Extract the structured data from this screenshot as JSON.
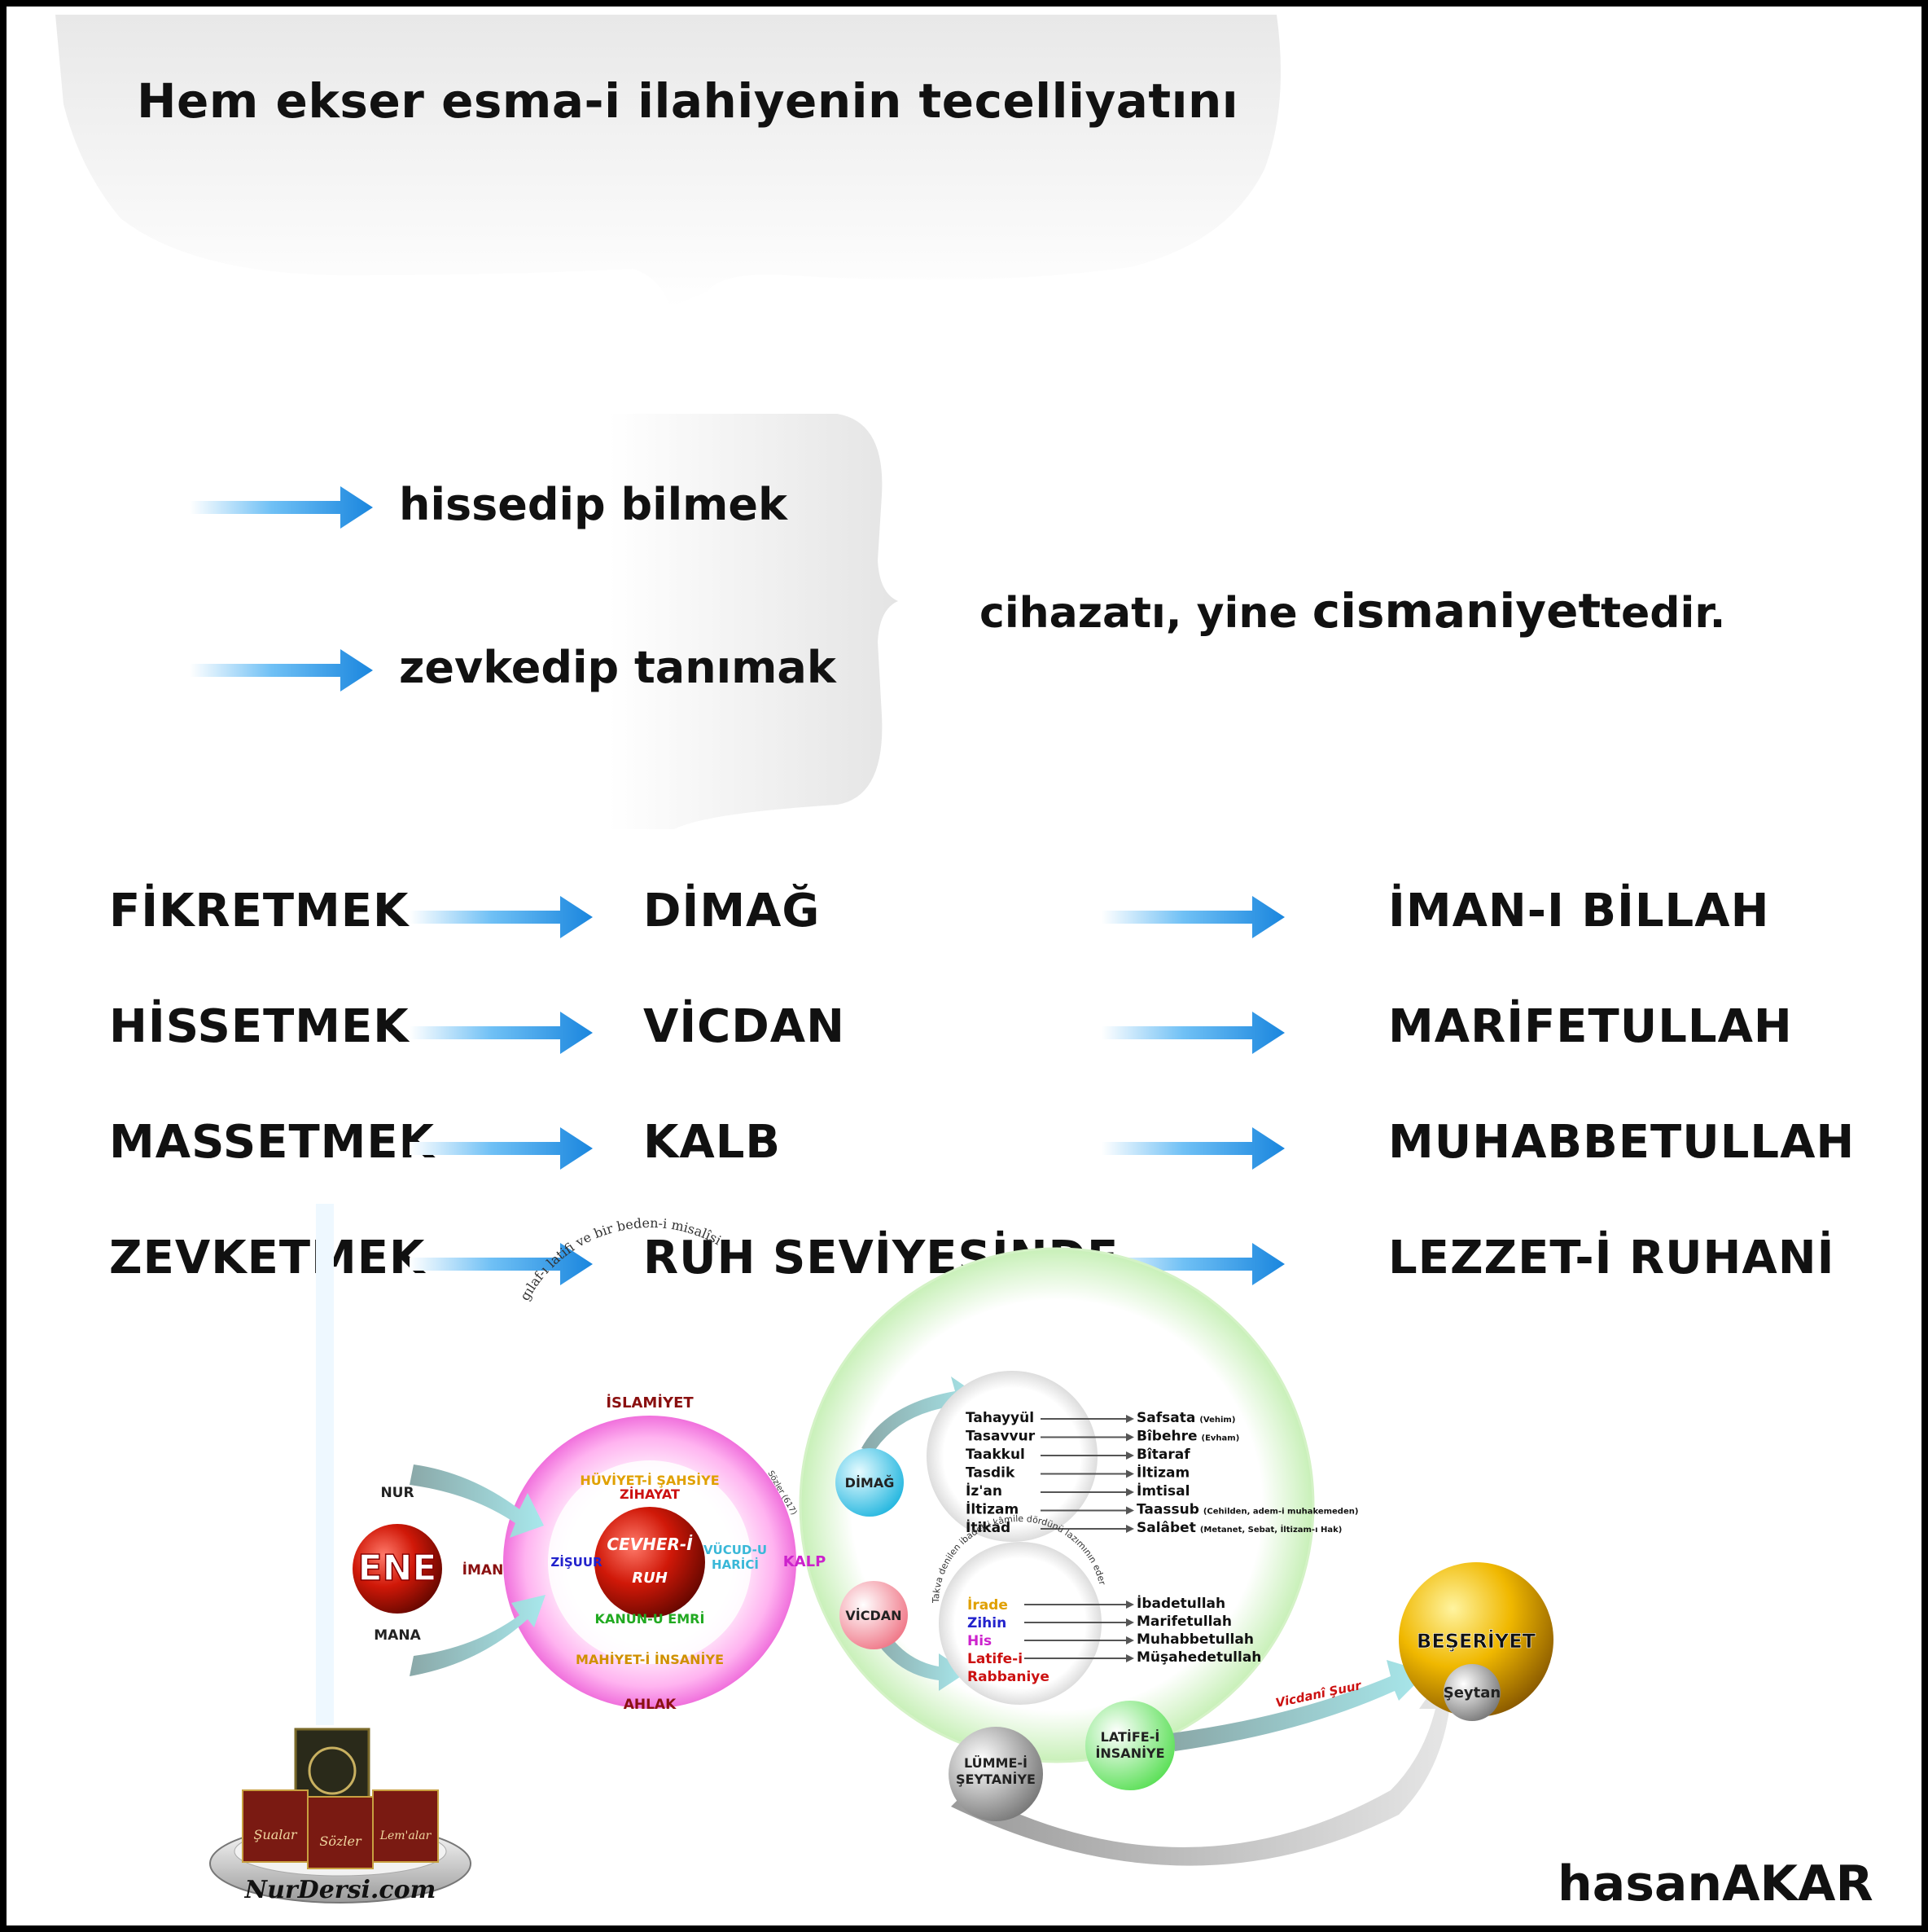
{
  "header": {
    "title": "Hem ekser esma-i ilahiyenin tecelliyatını"
  },
  "intro": {
    "phrase_1": "hissedip bilmek",
    "phrase_2": "zevkedip tanımak",
    "conclusion_prefix": "cihazatı, yine ",
    "conclusion_emphasis": "cismaniyet",
    "conclusion_suffix": "tedir."
  },
  "rows": [
    {
      "action": "FİKRETMEK",
      "faculty": "DİMAĞ",
      "result": "İMAN-I BİLLAH"
    },
    {
      "action": "HİSSETMEK",
      "faculty": "VİCDAN",
      "result": "MARİFETULLAH"
    },
    {
      "action": "MASSETMEK",
      "faculty": "KALB",
      "result": "MUHABBETULLAH"
    },
    {
      "action": "ZEVKETMEK",
      "faculty": "RUH SEVİYESİNDE",
      "result": "LEZZET-İ RUHANİ"
    }
  ],
  "diagram": {
    "islamiyet": "İSLAMİYET",
    "curved_caption": "gılaf-ı latifi ve bir beden-i misalîsi",
    "curved_source": "Sözler (617)",
    "huviyet": "HÜVİYET-İ ŞAHSİYE",
    "zihayat": "ZİHAYAT",
    "zisuur": "ZİŞUUR",
    "cevher": "CEVHER-İ",
    "ruh": "RUH",
    "vucud_1": "VÜCUD-U",
    "vucud_2": "HARİCİ",
    "kanun": "KANUN-U EMRİ",
    "mahiyet": "MAHİYET-İ İNSANİYE",
    "ahlak": "AHLAK",
    "nur": "NUR",
    "ene": "ENE",
    "iman": "İMAN",
    "mana": "MANA",
    "kalp": "KALP",
    "dimag": "DİMAĞ",
    "vicdan": "VİCDAN",
    "dimag_left": [
      "Tahayyül",
      "Tasavvur",
      "Taakkul",
      "Tasdik",
      "İz'an",
      "İltizam",
      "İtikad"
    ],
    "dimag_right": [
      {
        "text": "Safsata",
        "note": "(Vehim)"
      },
      {
        "text": "Bîbehre",
        "note": "(Evham)"
      },
      {
        "text": "Bîtaraf",
        "note": ""
      },
      {
        "text": "İltizam",
        "note": ""
      },
      {
        "text": "İmtisal",
        "note": ""
      },
      {
        "text": "Taassub",
        "note": "(Cehilden, adem-i muhakemeden)"
      },
      {
        "text": "Salâbet",
        "note": "(Metanet, Sebat, İltizam-ı Hak)"
      }
    ],
    "vicdan_curved": "Takva denilen ibadet-i kâmile dördünü lazımının eder",
    "vicdan_left": [
      {
        "text": "İrade",
        "color": "#e0a000"
      },
      {
        "text": "Zihin",
        "color": "#2222cc"
      },
      {
        "text": "His",
        "color": "#cc22cc"
      },
      {
        "text": "Latife-i",
        "color": "#cc1111"
      },
      {
        "text": "Rabbaniye",
        "color": "#cc1111"
      }
    ],
    "vicdan_right": [
      "İbadetullah",
      "Marifetullah",
      "Muhabbetullah",
      "Müşahedetullah"
    ],
    "latife_1": "LATİFE-İ",
    "latife_2": "İNSANİYE",
    "lumme_1": "LÜMME-İ",
    "lumme_2": "ŞEYTANİYE",
    "vicdani_suur": "Vicdanî Şuur",
    "beseriyet": "BEŞERİYET",
    "seytan": "Şeytan"
  },
  "logo": {
    "book_1": "Şualar",
    "book_2": "Sözler",
    "book_3": "Lem'alar",
    "site": "NurDersi.com"
  },
  "footer": {
    "author_light": "hasan",
    "author_bold": "AKAR"
  },
  "colors": {
    "arrow_blue": "#1f8fe0",
    "accent_red": "#cc1111",
    "ring_pink": "#f080e0",
    "sphere_gold": "#e8a800"
  }
}
